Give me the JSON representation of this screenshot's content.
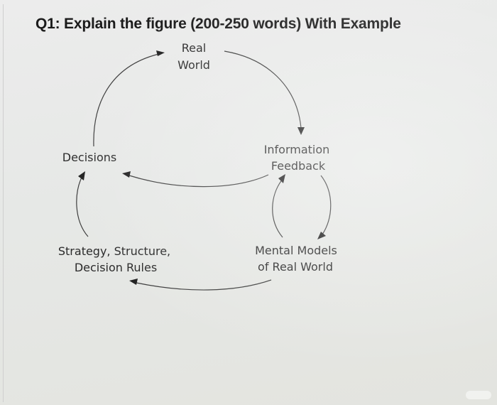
{
  "question": {
    "title": "Q1: Explain the figure (200-250 words) With Example"
  },
  "diagram": {
    "nodes": {
      "real_world": {
        "line1": "Real",
        "line2": "World"
      },
      "information_feedback": {
        "line1": "Information",
        "line2": "Feedback"
      },
      "decisions": {
        "line1": "Decisions"
      },
      "mental_models": {
        "line1": "Mental Models",
        "line2": "of Real World"
      },
      "strategy": {
        "line1": "Strategy, Structure,",
        "line2": "Decision Rules"
      }
    },
    "edges": [
      {
        "from": "Decisions",
        "to": "Real World"
      },
      {
        "from": "Real World",
        "to": "Information Feedback"
      },
      {
        "from": "Information Feedback",
        "to": "Decisions"
      },
      {
        "from": "Information Feedback",
        "to": "Mental Models of Real World"
      },
      {
        "from": "Mental Models of Real World",
        "to": "Information Feedback"
      },
      {
        "from": "Mental Models of Real World",
        "to": "Strategy, Structure, Decision Rules"
      },
      {
        "from": "Strategy, Structure, Decision Rules",
        "to": "Decisions"
      }
    ],
    "colors": {
      "line": "#3b3b3b",
      "text": "#2a2a2a"
    }
  }
}
